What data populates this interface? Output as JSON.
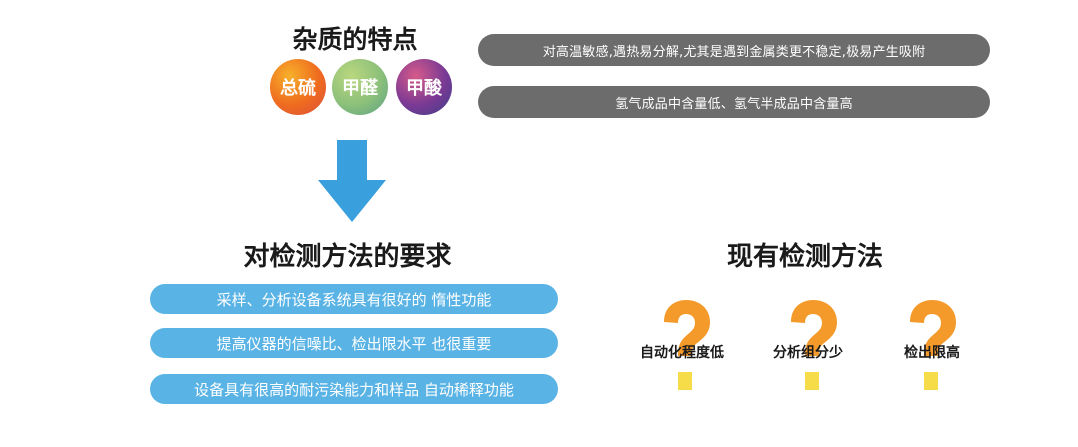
{
  "impurity": {
    "title": "杂质的特点",
    "items": [
      {
        "label": "总硫",
        "color": "#ef6b1f"
      },
      {
        "label": "甲醛",
        "color": "#8cc07a"
      },
      {
        "label": "甲酸",
        "color": "#7a3a94"
      }
    ],
    "notes": [
      "对高温敏感,遇热易分解,尤其是遇到金属类更不稳定,极易产生吸附",
      "氢气成品中含量低、氢气半成品中含量高"
    ]
  },
  "requirements": {
    "title": "对检测方法的要求",
    "items": [
      "采样、分析设备系统具有很好的 惰性功能",
      "提高仪器的信噪比、检出限水平 也很重要",
      "设备具有很高的耐污染能力和样品 自动稀释功能"
    ]
  },
  "methods": {
    "title": "现有检测方法",
    "items": [
      "自动化程度低",
      "分析组分少",
      "检出限高"
    ]
  },
  "colors": {
    "arrow": "#3a9fdd",
    "pill_gray": "#6c6c6c",
    "pill_blue": "#5ab3e5",
    "question_orange": "#f39a2a",
    "question_yellow": "#f7dc4a"
  }
}
